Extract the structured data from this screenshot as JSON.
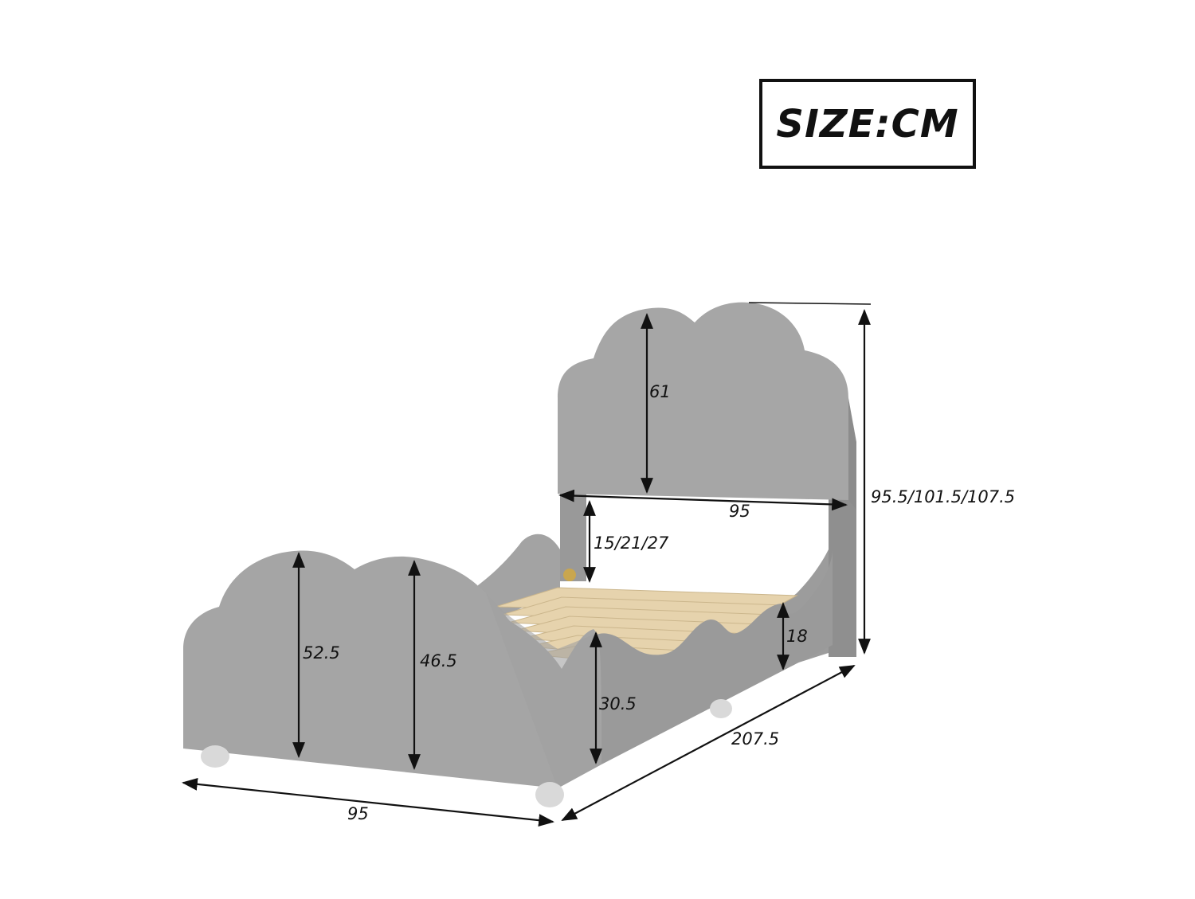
{
  "size_label": "SIZE:CM",
  "dimensions": {
    "headboard_height": "61",
    "headboard_width": "95",
    "total_height": "95.5/101.5/107.5",
    "clearance": "15/21/27",
    "footboard_outer_height": "52.5",
    "footboard_inner_height": "46.5",
    "side_rail_height": "30.5",
    "side_rail_back_height": "18",
    "length": "207.5",
    "footboard_width": "95"
  },
  "colors": {
    "upholstery": "#a4a4a4",
    "upholstery_dark": "#8e8e8e",
    "slats": "#e6d3ad",
    "line": "#111111"
  }
}
